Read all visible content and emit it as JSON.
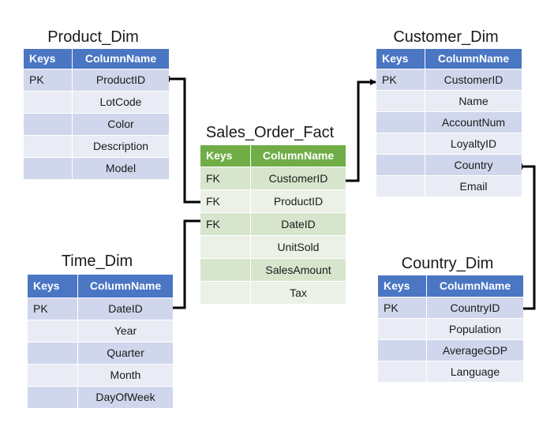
{
  "tables": {
    "product_dim": {
      "title": "Product_Dim",
      "headers": [
        "Keys",
        "ColumnName"
      ],
      "rows": [
        [
          "PK",
          "ProductID"
        ],
        [
          "",
          "LotCode"
        ],
        [
          "",
          "Color"
        ],
        [
          "",
          "Description"
        ],
        [
          "",
          "Model"
        ]
      ]
    },
    "customer_dim": {
      "title": "Customer_Dim",
      "headers": [
        "Keys",
        "ColumnName"
      ],
      "rows": [
        [
          "PK",
          "CustomerID"
        ],
        [
          "",
          "Name"
        ],
        [
          "",
          "AccountNum"
        ],
        [
          "",
          "LoyaltyID"
        ],
        [
          "",
          "Country"
        ],
        [
          "",
          "Email"
        ]
      ]
    },
    "sales_order_fact": {
      "title": "Sales_Order_Fact",
      "headers": [
        "Keys",
        "ColumnName"
      ],
      "rows": [
        [
          "FK",
          "CustomerID"
        ],
        [
          "FK",
          "ProductID"
        ],
        [
          "FK",
          "DateID"
        ],
        [
          "",
          "UnitSold"
        ],
        [
          "",
          "SalesAmount"
        ],
        [
          "",
          "Tax"
        ]
      ]
    },
    "time_dim": {
      "title": "Time_Dim",
      "headers": [
        "Keys",
        "ColumnName"
      ],
      "rows": [
        [
          "PK",
          "DateID"
        ],
        [
          "",
          "Year"
        ],
        [
          "",
          "Quarter"
        ],
        [
          "",
          "Month"
        ],
        [
          "",
          "DayOfWeek"
        ]
      ]
    },
    "country_dim": {
      "title": "Country_Dim",
      "headers": [
        "Keys",
        "ColumnName"
      ],
      "rows": [
        [
          "PK",
          "CountryID"
        ],
        [
          "",
          "Population"
        ],
        [
          "",
          "AverageGDP"
        ],
        [
          "",
          "Language"
        ]
      ]
    }
  },
  "colors": {
    "dimension_header": "#4a76c3",
    "fact_header": "#70ad47",
    "connector": "#000000"
  }
}
